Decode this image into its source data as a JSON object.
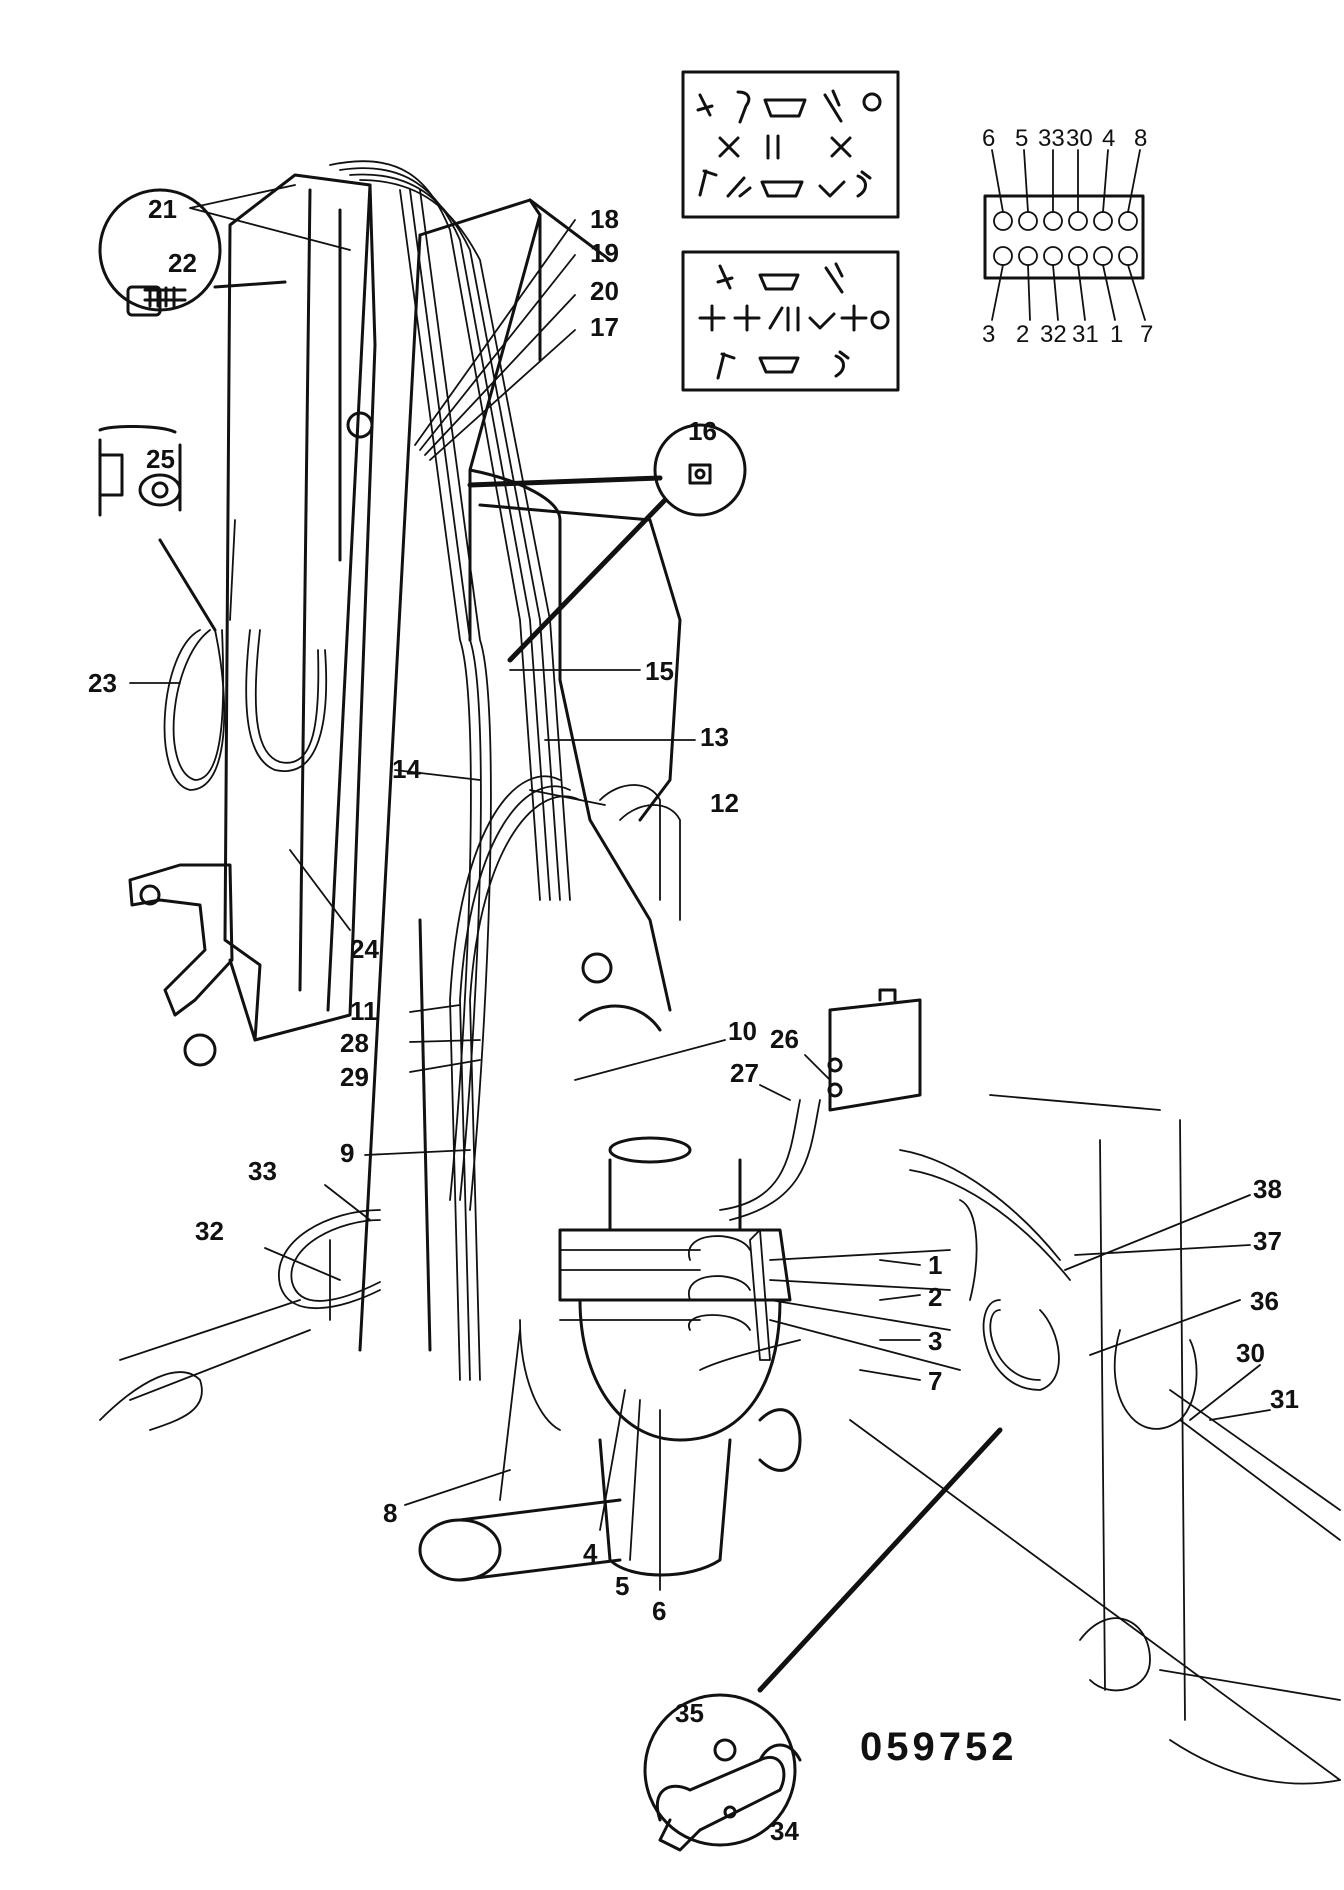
{
  "drawing_ref": "059752",
  "connector": {
    "top_pins": [
      "6",
      "5",
      "33",
      "30",
      "4",
      "8"
    ],
    "bottom_pins": [
      "3",
      "2",
      "32",
      "31",
      "1",
      "7"
    ]
  },
  "callouts": {
    "c1": "1",
    "c2": "2",
    "c3": "3",
    "c4": "4",
    "c5": "5",
    "c6": "6",
    "c7": "7",
    "c8": "8",
    "c9": "9",
    "c10": "10",
    "c11": "11",
    "c12": "12",
    "c13": "13",
    "c14": "14",
    "c15": "15",
    "c16": "16",
    "c17": "17",
    "c18": "18",
    "c19": "19",
    "c20": "20",
    "c21": "21",
    "c22": "22",
    "c23": "23",
    "c24": "24",
    "c25": "25",
    "c26": "26",
    "c27": "27",
    "c28": "28",
    "c29": "29",
    "c30": "30",
    "c31": "31",
    "c32": "32",
    "c33": "33",
    "c34": "34",
    "c35": "35",
    "c36": "36",
    "c37": "37",
    "c38": "38"
  }
}
